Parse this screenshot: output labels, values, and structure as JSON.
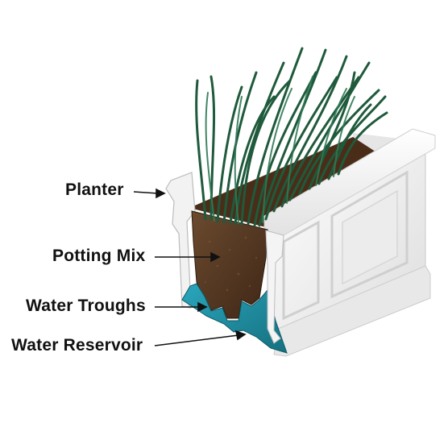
{
  "labels": {
    "planter": "Planter",
    "potting_mix": "Potting Mix",
    "water_troughs": "Water Troughs",
    "water_reservoir": "Water Reservoir"
  },
  "colors": {
    "planter_white": "#f4f4f4",
    "soil": "#5a3a24",
    "water": "#1f8fa6",
    "grass": "#1f5a3c"
  }
}
